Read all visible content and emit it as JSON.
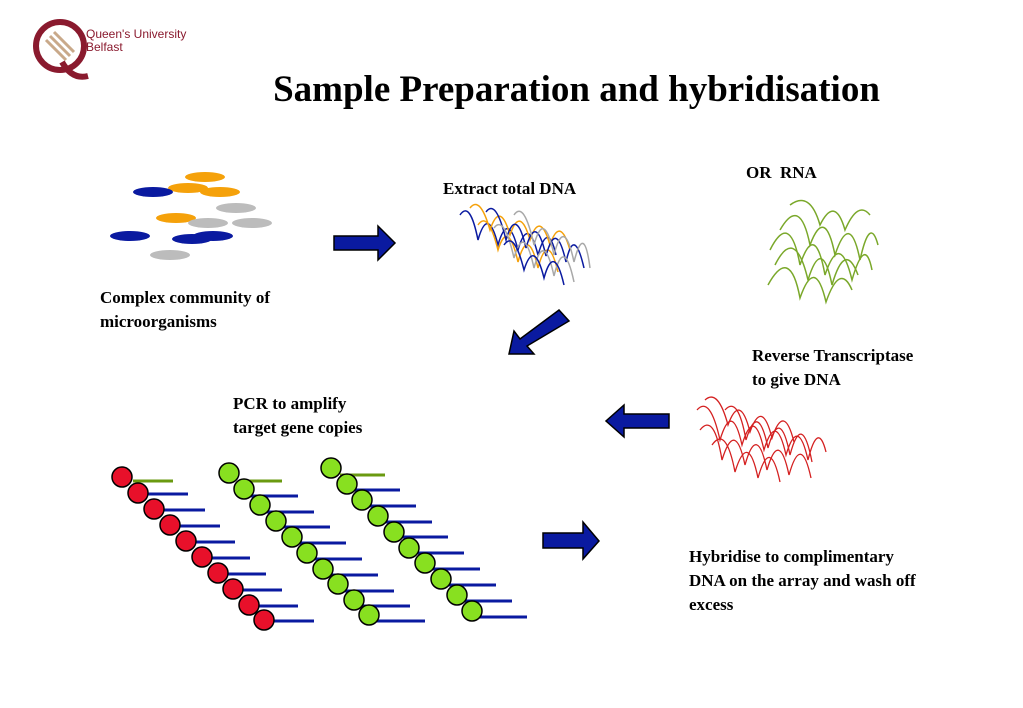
{
  "logo": {
    "line1": "Queen's University",
    "line2": "Belfast",
    "color": "#8a1a2e"
  },
  "title": "Sample Preparation and hybridisation",
  "labels": {
    "community": [
      "Complex community of",
      "microorganisms"
    ],
    "extract": "Extract total DNA",
    "or_rna": "OR  RNA",
    "reverse": [
      "Reverse Transcriptase",
      "to give DNA"
    ],
    "pcr": [
      "PCR to amplify",
      "target gene copies"
    ],
    "hybridise": [
      "Hybridise to complimentary",
      "DNA on the array and wash off",
      "excess"
    ]
  },
  "colors": {
    "arrow": "#0a1aa0",
    "dna_blue": "#0a1aa0",
    "dna_orange": "#f5a10a",
    "dna_gray": "#a8a8a8",
    "rna_green": "#7aa82a",
    "cdna_red": "#d42020",
    "bead_red": "#e8102a",
    "bead_green": "#88e020",
    "primer_green": "#6a9a10"
  }
}
